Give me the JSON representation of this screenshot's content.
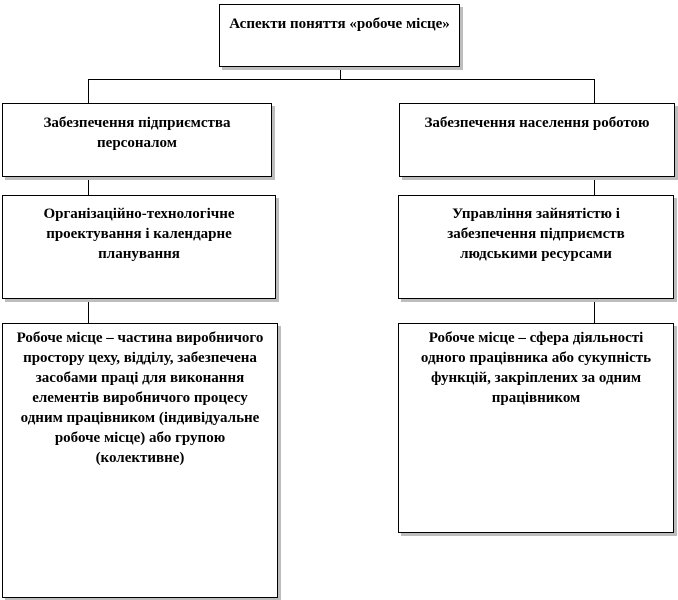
{
  "diagram": {
    "root": {
      "text": "Аспекти поняття «робоче місце»"
    },
    "left_branch": {
      "level1": "Забезпечення підприємства персоналом",
      "level2": "Організаційно-технологічне проектування і календарне планування",
      "level3": "Робоче місце – частина виробничого простору цеху, відділу, забезпечена засобами праці для виконання елементів виробничого процесу одним працівником (індивідуальне робоче місце) або групою (колективне)"
    },
    "right_branch": {
      "level1": "Забезпечення населення роботою",
      "level2": "Управління зайнятістю і забезпечення підприємств людськими ресурсами",
      "level3": "Робоче місце – сфера діяльності одного працівника або сукупність функцій, закріплених за одним працівником"
    },
    "colors": {
      "box_border": "#000000",
      "box_fill": "#ffffff",
      "shadow": "#bdbdbd",
      "line": "#000000"
    }
  }
}
